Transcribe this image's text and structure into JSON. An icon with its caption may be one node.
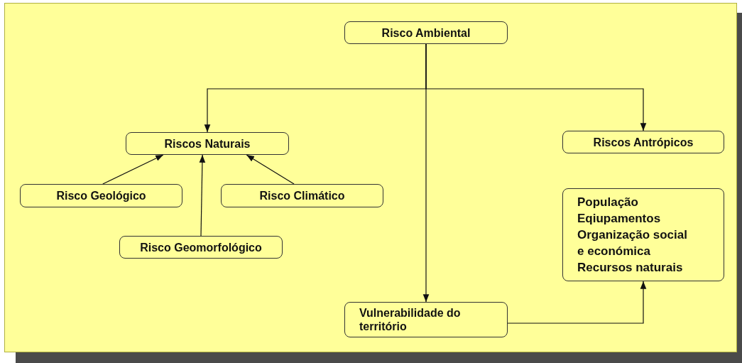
{
  "diagram": {
    "nodes": [
      {
        "text": [
          "Risco Ambiental"
        ]
      },
      {
        "text": [
          "Riscos Naturais"
        ]
      },
      {
        "text": [
          "Riscos Antrópicos"
        ]
      },
      {
        "text": [
          "Risco Geológico"
        ]
      },
      {
        "text": [
          "Risco Climático"
        ]
      },
      {
        "text": [
          "Risco Geomorfológico"
        ]
      },
      {
        "text": [
          "População",
          "Eqiupamentos",
          "Organização social e económica",
          "Recursos naturais"
        ]
      },
      {
        "text": [
          "Vulnerabilidade do território"
        ]
      }
    ],
    "edges": [
      {
        "from": 0,
        "to": 1,
        "arrow": "to"
      },
      {
        "from": 0,
        "to": 2,
        "arrow": "to"
      },
      {
        "from": 0,
        "to": 7,
        "arrow": "to"
      },
      {
        "from": 3,
        "to": 1,
        "arrow": "to"
      },
      {
        "from": 4,
        "to": 1,
        "arrow": "to"
      },
      {
        "from": 5,
        "to": 1,
        "arrow": "to"
      },
      {
        "from": 7,
        "to": 6,
        "arrow": "to"
      }
    ]
  }
}
